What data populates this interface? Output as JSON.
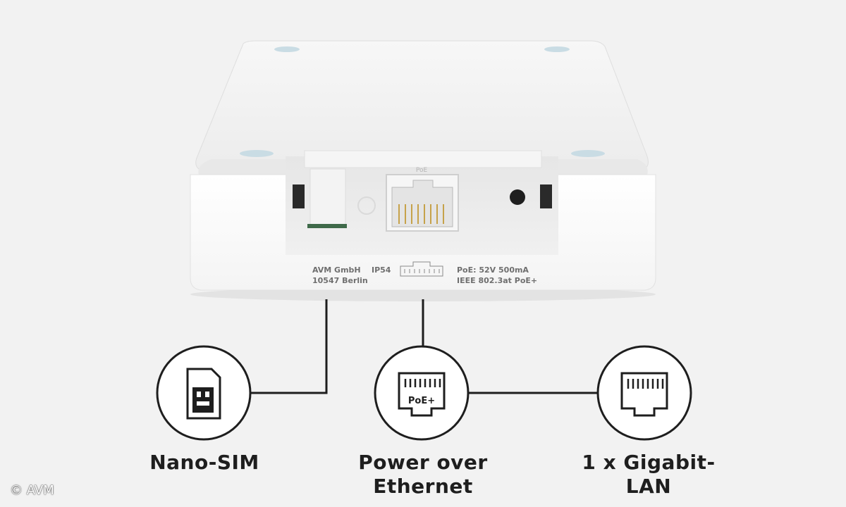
{
  "device": {
    "manufacturer_line1": "AVM GmbH",
    "manufacturer_line2": "10547 Berlin",
    "rating": "IP54",
    "power_line1": "PoE: 52V 500mA",
    "power_line2": "IEEE 802.3at PoE+",
    "port_label": "PoE"
  },
  "features": [
    {
      "id": "nano-sim",
      "lines": [
        "Nano-SIM"
      ]
    },
    {
      "id": "poe",
      "lines": [
        "Power over",
        "Ethernet"
      ],
      "icon_text": "PoE+"
    },
    {
      "id": "lan",
      "lines": [
        "1 x Gigabit-",
        "LAN"
      ]
    }
  ],
  "copyright": "© AVM",
  "colors": {
    "background": "#f2f2f2",
    "device_body": "#ffffff",
    "line": "#1e1e1e"
  }
}
